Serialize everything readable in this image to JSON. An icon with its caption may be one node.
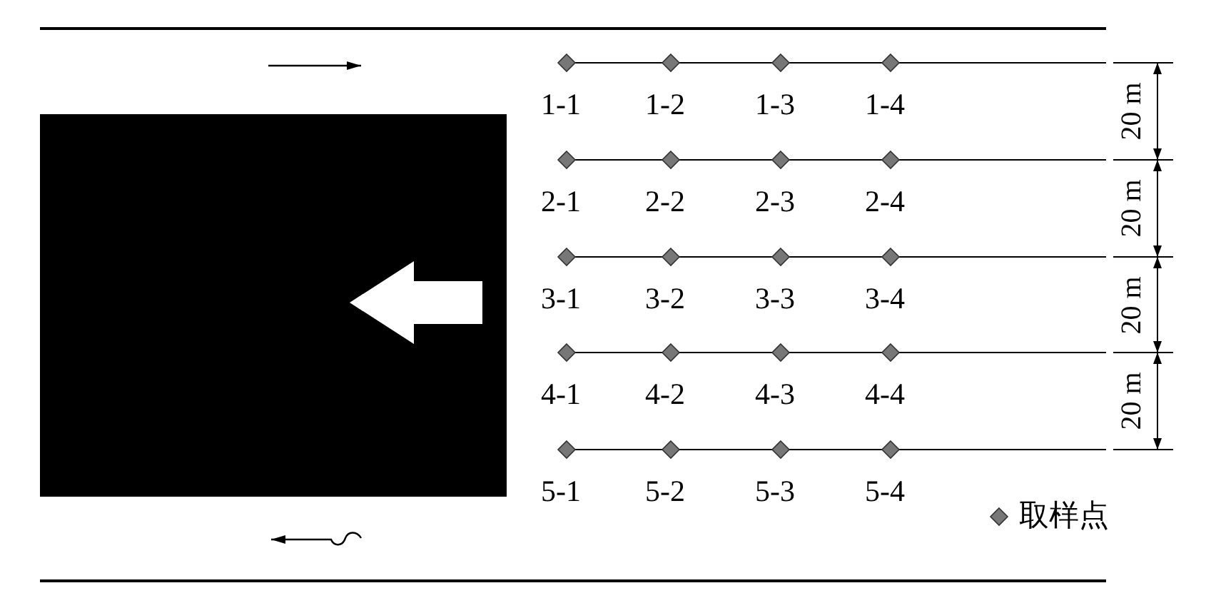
{
  "diagram": {
    "labels": [
      "1-1",
      "1-2",
      "1-3",
      "1-4",
      "2-1",
      "2-2",
      "2-3",
      "2-4",
      "3-1",
      "3-2",
      "3-3",
      "3-4",
      "4-1",
      "4-2",
      "4-3",
      "4-4",
      "5-1",
      "5-2",
      "5-3",
      "5-4",
      "20 m",
      "20 m",
      "20 m",
      "20 m"
    ],
    "legend": [
      {
        "text": "取样点"
      }
    ]
  }
}
